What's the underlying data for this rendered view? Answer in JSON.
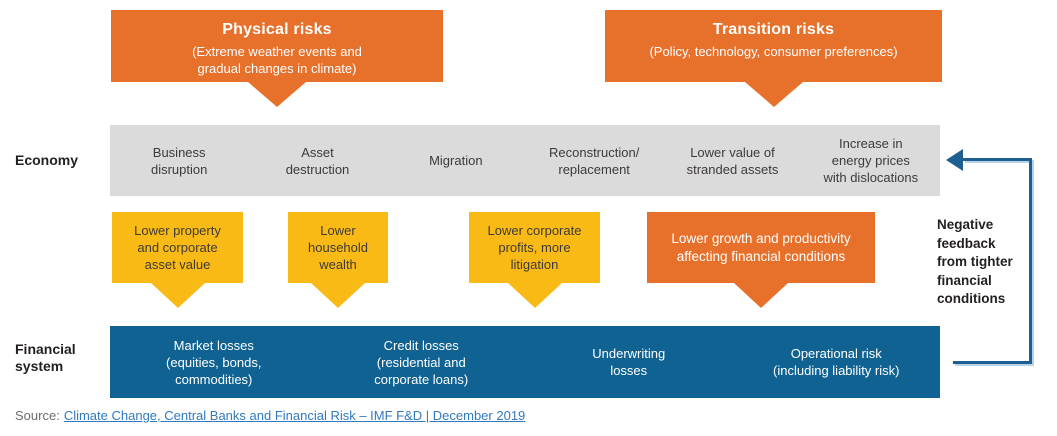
{
  "palette": {
    "orange": "#e7702a",
    "yellow": "#f9ba15",
    "gray_bar": "#dbdbdb",
    "blue_bar": "#0f6292",
    "line_blue": "#1e5f92",
    "link_blue": "#3179be",
    "dark_text": "#3e3a39",
    "label_text": "#231f20",
    "source_gray": "#6d6e71"
  },
  "risk_sources": {
    "physical": {
      "title": "Physical risks",
      "subtitle": "(Extreme weather events and\ngradual changes in climate)"
    },
    "transition": {
      "title": "Transition risks",
      "subtitle": "(Policy, technology, consumer preferences)"
    }
  },
  "economy": {
    "label": "Economy",
    "items": [
      "Business\ndisruption",
      "Asset\ndestruction",
      "Migration",
      "Reconstruction/\nreplacement",
      "Lower value of\nstranded assets",
      "Increase in\nenergy prices\nwith dislocations"
    ]
  },
  "impacts": {
    "property": "Lower property\nand corporate\nasset value",
    "household": "Lower\nhousehold\nwealth",
    "corporate": "Lower corporate\nprofits, more\nlitigation",
    "growth": "Lower growth and productivity\naffecting financial conditions"
  },
  "financial_system": {
    "label": "Financial\nsystem",
    "items": [
      "Market losses\n(equities, bonds,\ncommodities)",
      "Credit losses\n(residential and\ncorporate loans)",
      "Underwriting\nlosses",
      "Operational risk\n(including liability risk)"
    ]
  },
  "feedback": {
    "text": "Negative\nfeedback\nfrom tighter\nfinancial\nconditions"
  },
  "source": {
    "prefix": "Source:",
    "link_text": "Climate Change, Central Banks and Financial Risk – IMF F&D | December 2019"
  }
}
